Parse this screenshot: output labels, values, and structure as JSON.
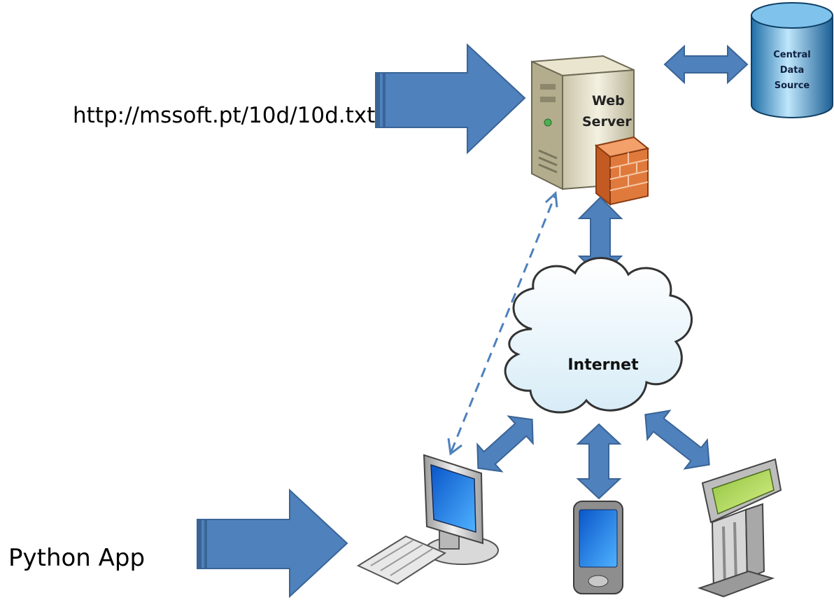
{
  "labels": {
    "url": "http://mssoft.pt/10d/10d.txt",
    "python_app": "Python App",
    "web_server_line1": "Web",
    "web_server_line2": "Server",
    "database_line1": "Central",
    "database_line2": "Data",
    "database_line3": "Source",
    "internet": "Internet"
  },
  "colors": {
    "arrow_fill": "#4f81bd",
    "arrow_stroke": "#3a6496",
    "dashed_line": "#4f81bd",
    "firewall": "#e07a3c",
    "cloud_outline": "#333333",
    "database": "#2a8fc9"
  },
  "icons": [
    "web-server-icon",
    "firewall-icon",
    "database-icon",
    "internet-cloud-icon",
    "desktop-computer-icon",
    "keyboard-icon",
    "pda-icon",
    "kiosk-icon"
  ]
}
